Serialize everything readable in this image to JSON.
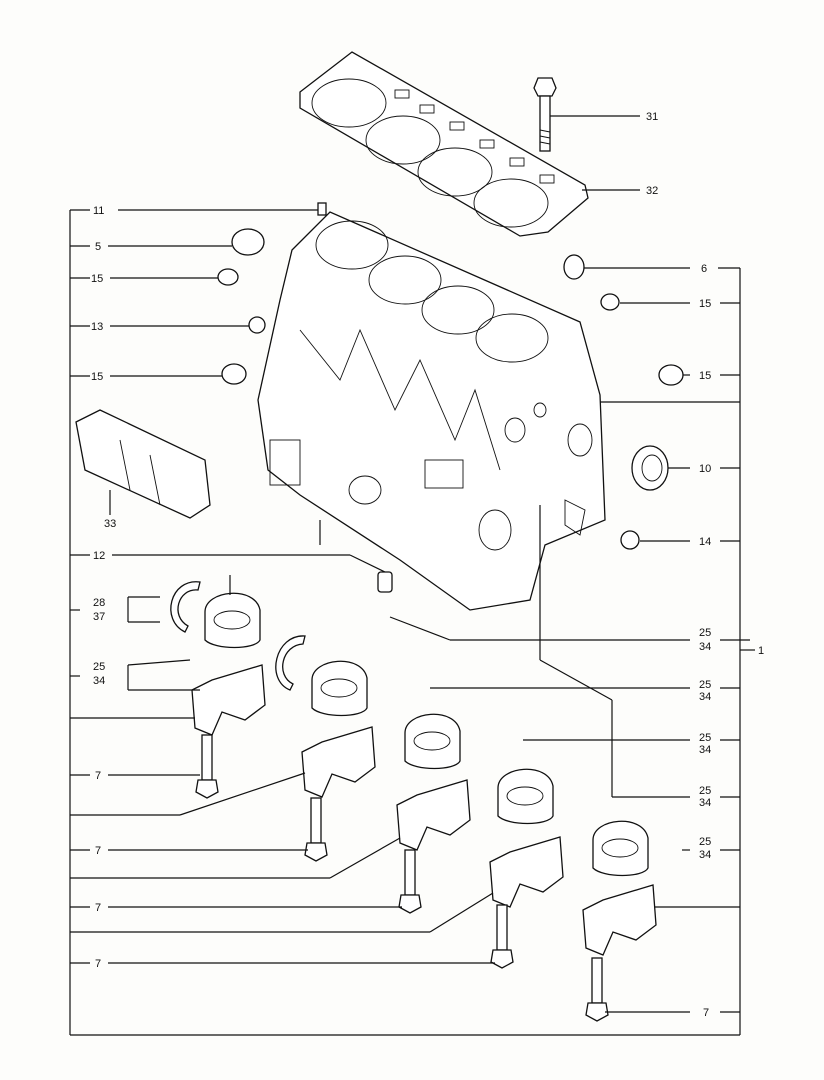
{
  "callouts": [
    {
      "id": "c31",
      "text": "31"
    },
    {
      "id": "c32",
      "text": "32"
    },
    {
      "id": "c11",
      "text": "11"
    },
    {
      "id": "c5",
      "text": "5"
    },
    {
      "id": "c15a",
      "text": "15"
    },
    {
      "id": "c13",
      "text": "13"
    },
    {
      "id": "c15b",
      "text": "15"
    },
    {
      "id": "c6",
      "text": "6"
    },
    {
      "id": "c15c",
      "text": "15"
    },
    {
      "id": "c15d",
      "text": "15"
    },
    {
      "id": "c10",
      "text": "10"
    },
    {
      "id": "c33",
      "text": "33"
    },
    {
      "id": "c14",
      "text": "14"
    },
    {
      "id": "c12",
      "text": "12"
    },
    {
      "id": "c28",
      "text": "28"
    },
    {
      "id": "c37",
      "text": "37"
    },
    {
      "id": "c25a",
      "text": "25"
    },
    {
      "id": "c34a",
      "text": "34"
    },
    {
      "id": "c25b",
      "text": "25"
    },
    {
      "id": "c34b",
      "text": "34"
    },
    {
      "id": "c25c",
      "text": "25"
    },
    {
      "id": "c34c",
      "text": "34"
    },
    {
      "id": "c25d",
      "text": "25"
    },
    {
      "id": "c34d",
      "text": "34"
    },
    {
      "id": "c25e",
      "text": "25"
    },
    {
      "id": "c34e",
      "text": "34"
    },
    {
      "id": "c25f",
      "text": "25"
    },
    {
      "id": "c34f",
      "text": "34"
    },
    {
      "id": "c1",
      "text": "1"
    },
    {
      "id": "c7a",
      "text": "7"
    },
    {
      "id": "c7b",
      "text": "7"
    },
    {
      "id": "c7c",
      "text": "7"
    },
    {
      "id": "c7d",
      "text": "7"
    },
    {
      "id": "c7e",
      "text": "7"
    }
  ]
}
